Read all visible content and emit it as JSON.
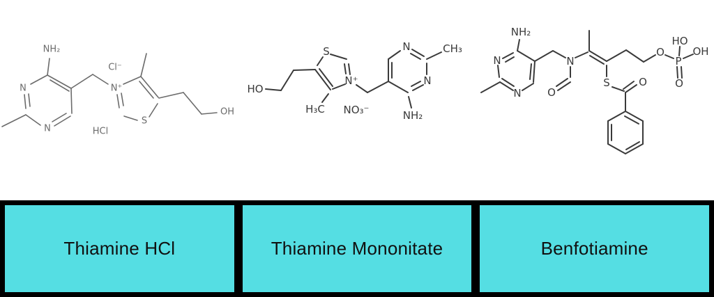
{
  "colors": {
    "page_bg": "#ffffff",
    "mol1_stroke": "#6b6b6b",
    "mol_stroke": "#3a3a3a",
    "card_bg": "#55dee3",
    "card_border": "#000000",
    "card_text": "#101010"
  },
  "molecules": [
    {
      "id": "thiamine-hcl",
      "labels": {
        "nh2": "NH₂",
        "n3": "N",
        "n1": "N",
        "cl": "Cl⁻",
        "nplus": "N⁺",
        "s": "S",
        "oh": "OH",
        "hcl": "HCl"
      }
    },
    {
      "id": "thiamine-mononitrate",
      "labels": {
        "ho": "HO",
        "s": "S",
        "nplus": "N⁺",
        "h3c": "H₃C",
        "no3": "NO₃⁻",
        "n1": "N",
        "ch3": "CH₃",
        "n3": "N",
        "nh2": "NH₂"
      }
    },
    {
      "id": "benfotiamine",
      "labels": {
        "nh2": "NH₂",
        "n3": "N",
        "n1": "N",
        "n_amide": "N",
        "o_formyl": "O",
        "s": "S",
        "o_thioester": "O",
        "o_ester": "O",
        "p": "P",
        "ho": "HO",
        "oh": "OH",
        "o_phosphoryl": "O"
      }
    }
  ],
  "cards": [
    {
      "label": "Thiamine HCl"
    },
    {
      "label": "Thiamine Mononitate"
    },
    {
      "label": "Benfotiamine"
    }
  ]
}
